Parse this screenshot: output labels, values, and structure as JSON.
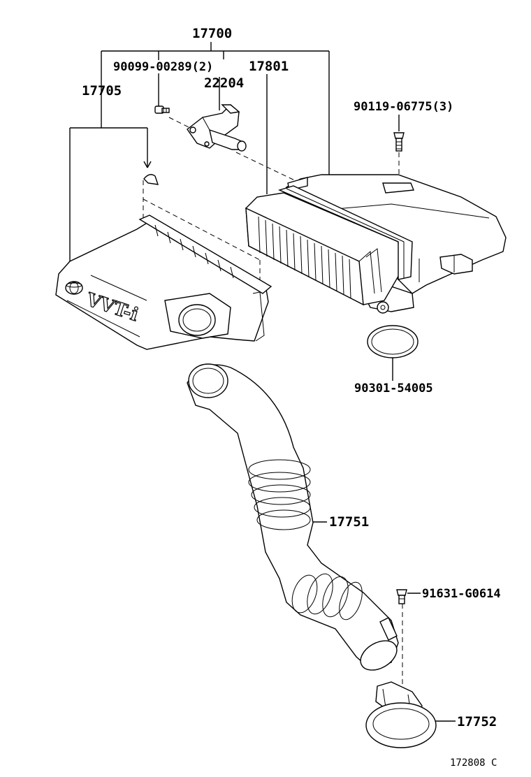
{
  "parts": {
    "p17700": "17700",
    "p90099": "90099-00289(2)",
    "p17801": "17801",
    "p22204": "22204",
    "p17705": "17705",
    "p90119": "90119-06775(3)",
    "p90301": "90301-54005",
    "p17751": "17751",
    "p91631": "91631-G0614",
    "p17752": "17752"
  },
  "cover_logo_text": "VVT-i",
  "drawing_number": "172808 C"
}
